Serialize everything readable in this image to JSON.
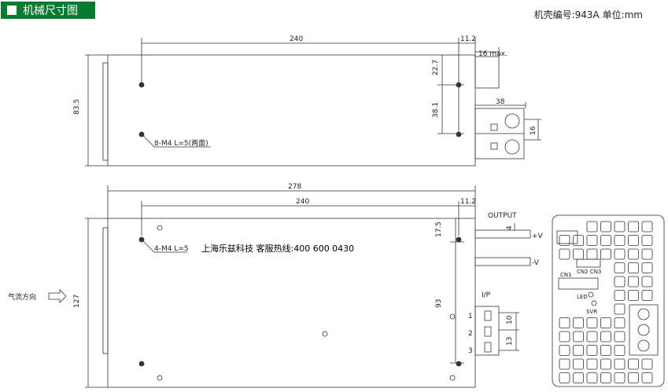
{
  "header": {
    "title": "机械尺寸图"
  },
  "model_info": "机壳编号:943A  单位:mm",
  "top_view": {
    "dim_width": "240",
    "dim_offset": "11.2",
    "dim_term_max": "16 max.",
    "dim_height": "83.5",
    "dim_upper": "22.7",
    "dim_lower": "38.1",
    "dim_term_len": "38",
    "dim_term_h": "16",
    "screw_note": "8-M4 L=5(两面)"
  },
  "side_view": {
    "dim_total": "278",
    "dim_width": "240",
    "dim_offset": "11.2",
    "dim_height": "127",
    "dim_top": "17.5",
    "dim_mid": "93",
    "dim_4": "4",
    "dim_10": "10",
    "dim_13": "13",
    "screw_note": "4-M4 L=5",
    "airflow": "气流方向",
    "output_label": "OUTPUT",
    "plus_v": "+V",
    "minus_v": "-V",
    "ip_label": "I/P",
    "pin1": "1",
    "pin2": "2",
    "pin3": "3",
    "contact_text": "上海乐兹科技 客服热线:400 600 0430"
  },
  "front_view": {
    "cn1": "CN1",
    "cn2cn3": "CN2 CN3",
    "led": "LED",
    "svr": "SVR"
  }
}
